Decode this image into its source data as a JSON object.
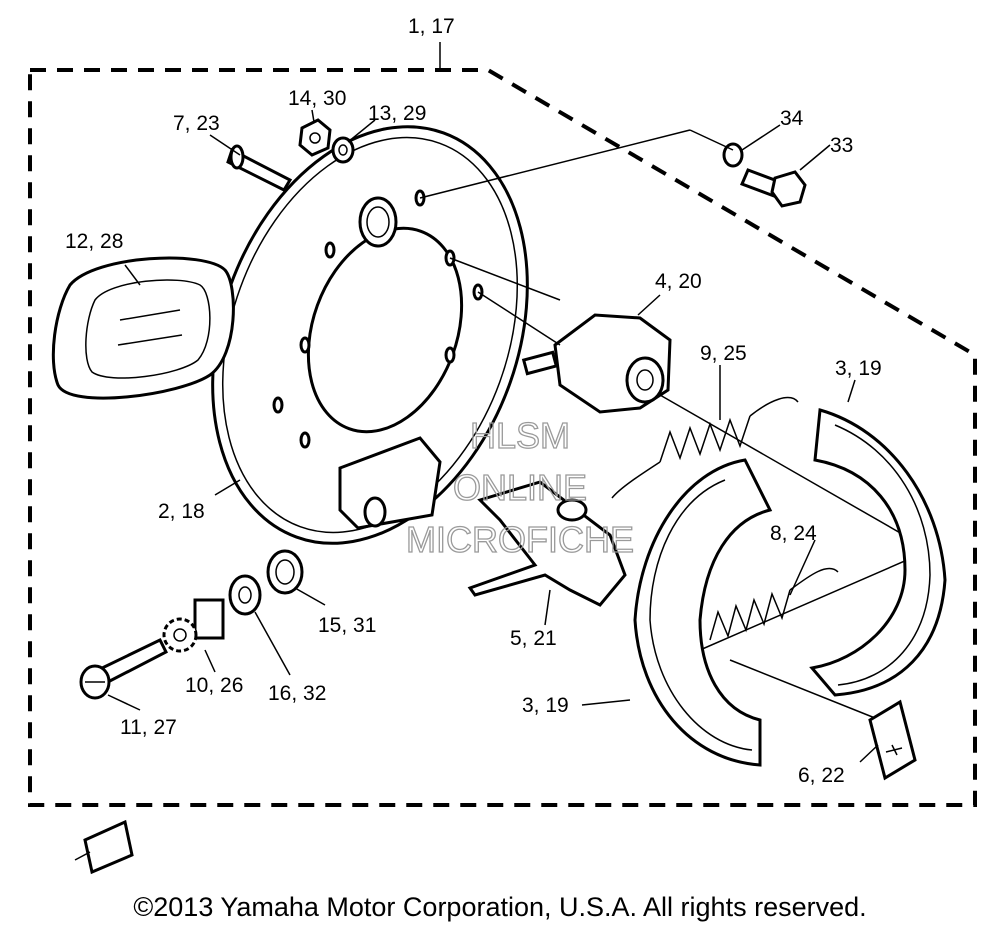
{
  "callouts": {
    "assembly": "1, 17",
    "plate": "2, 18",
    "shoe_upper": "3, 19",
    "shoe_lower": "3, 19",
    "cylinder": "4, 20",
    "lever": "5, 21",
    "pad": "6, 22",
    "pin": "7, 23",
    "spring_lower": "8, 24",
    "spring_upper": "9, 25",
    "gear": "10, 26",
    "bolt_adjust": "11, 27",
    "grommet": "12, 28",
    "washer_small": "13, 29",
    "nut": "14, 30",
    "washer_mid": "15, 31",
    "washer_large": "16, 32",
    "bolt": "33",
    "lockwasher": "34"
  },
  "watermark": [
    "HLSM",
    "ONLINE",
    "MICROFICHE"
  ],
  "copyright": "©2013 Yamaha Motor Corporation, U.S.A. All rights reserved."
}
